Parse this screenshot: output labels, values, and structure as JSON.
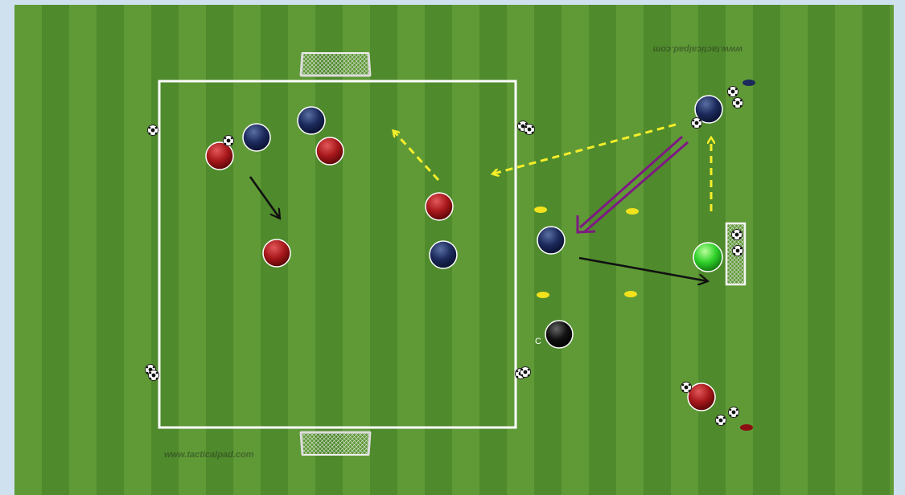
{
  "watermark_top": "www.tacticalpad.com",
  "watermark_bottom": "www.tacticalpad.com",
  "coach_label": "C",
  "colors": {
    "pitch_light": "#5f9a37",
    "pitch_dark": "#4f8a2c",
    "lines": "#ffffff",
    "red_team": "#a8181b",
    "blue_team": "#1c2a5c",
    "coach": "#111111",
    "goalkeeper": "#2fd12a",
    "yellow_arrow": "#f4ee2a",
    "purple_arrow": "#7e1a82",
    "black_arrow": "#111111",
    "cone": "#f1e21c"
  },
  "icons": [
    "goal-net-icon",
    "football-icon",
    "cone-marker-icon",
    "mannequin-goal-icon"
  ]
}
